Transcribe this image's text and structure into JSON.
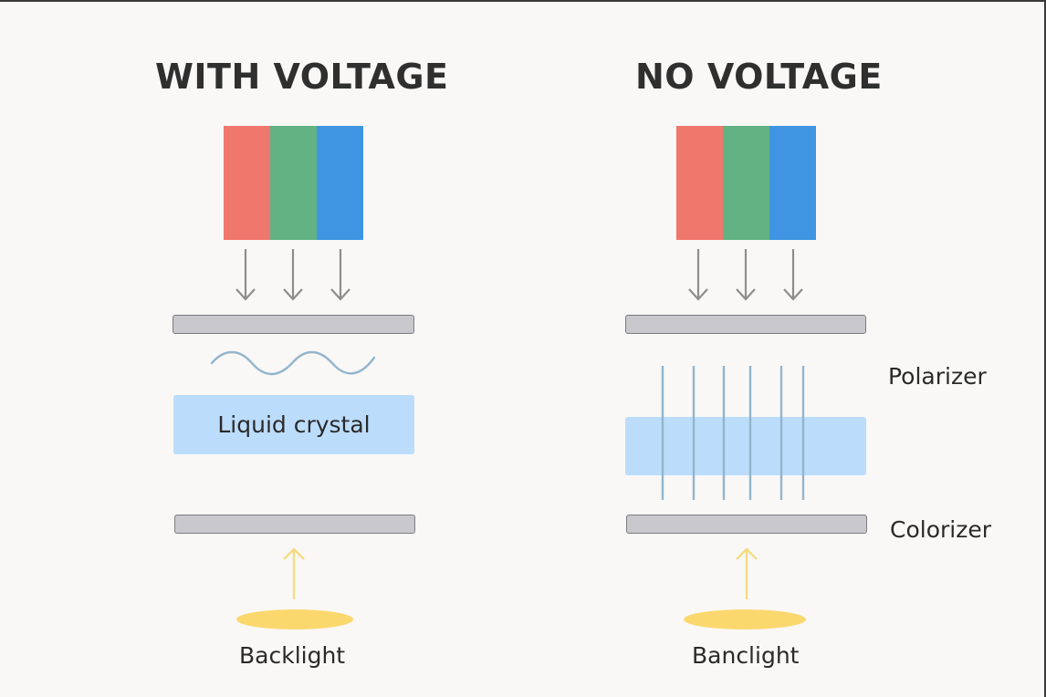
{
  "panels": {
    "left": {
      "title": "WITH VOLTAGE",
      "lc_label": "Liquid crystal",
      "backlight_label": "Backlight"
    },
    "right": {
      "title": "NO VOLTAGE",
      "polarizer_label": "Polarizer",
      "colorizer_label": "Colorizer",
      "backlight_label": "Banclight"
    }
  },
  "colors": {
    "red_filter": "#f0776c",
    "green_filter": "#62b283",
    "blue_filter": "#3f95e1",
    "arrow": "#8d8d8d",
    "plate_fill": "#c9c9cd",
    "liquid_crystal": "#bcdcfb",
    "wave_and_lines": "#93b5cc",
    "light_arrow": "#f5dc83",
    "backlight": "#fbd86e"
  }
}
